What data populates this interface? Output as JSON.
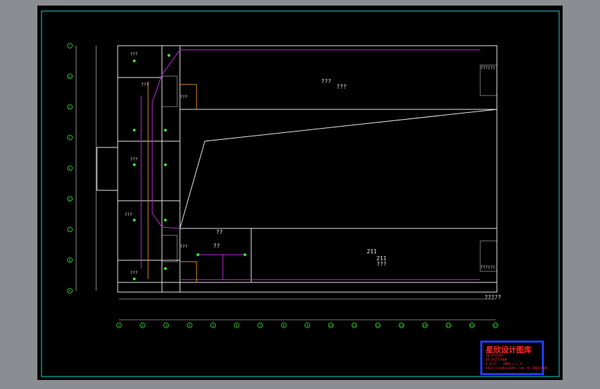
{
  "room_labels": {
    "hall_top_a": "???",
    "hall_top_b": "???",
    "hall_bottom_a": "211",
    "hall_bottom_b": "211",
    "hall_bottom_c": "???",
    "small_room_a": "??",
    "small_room_b": "??",
    "left_rooms": [
      "???",
      "???",
      "???",
      "???",
      "???",
      "???",
      "???"
    ],
    "stair_labels": [
      "???(?)",
      "???(?)"
    ],
    "bottom_note": "?????"
  },
  "axis_numbers": [
    "1",
    "2",
    "3",
    "4",
    "5",
    "6",
    "7",
    "8",
    "9",
    "10",
    "11",
    "12",
    "13",
    "14",
    "15",
    "16",
    "17"
  ],
  "axis_letters": [
    "A",
    "B",
    "C",
    "D",
    "E",
    "F",
    "G",
    "H",
    "I"
  ],
  "title_block": {
    "title": "星欣设计图库",
    "lines": [
      "QQ:455529",
      "05.0127/008",
      "A.A.A. - 2006 L.L.S",
      "Emil:xinghuan@kv.com.tk.1001/000"
    ]
  },
  "colors": {
    "frame": "#19d4d4",
    "wall": "#e8e8e8",
    "pipe": "#c02bd9",
    "fixture": "#39e639",
    "title_border": "#1f3cff",
    "title_text": "#ff2a2a"
  }
}
